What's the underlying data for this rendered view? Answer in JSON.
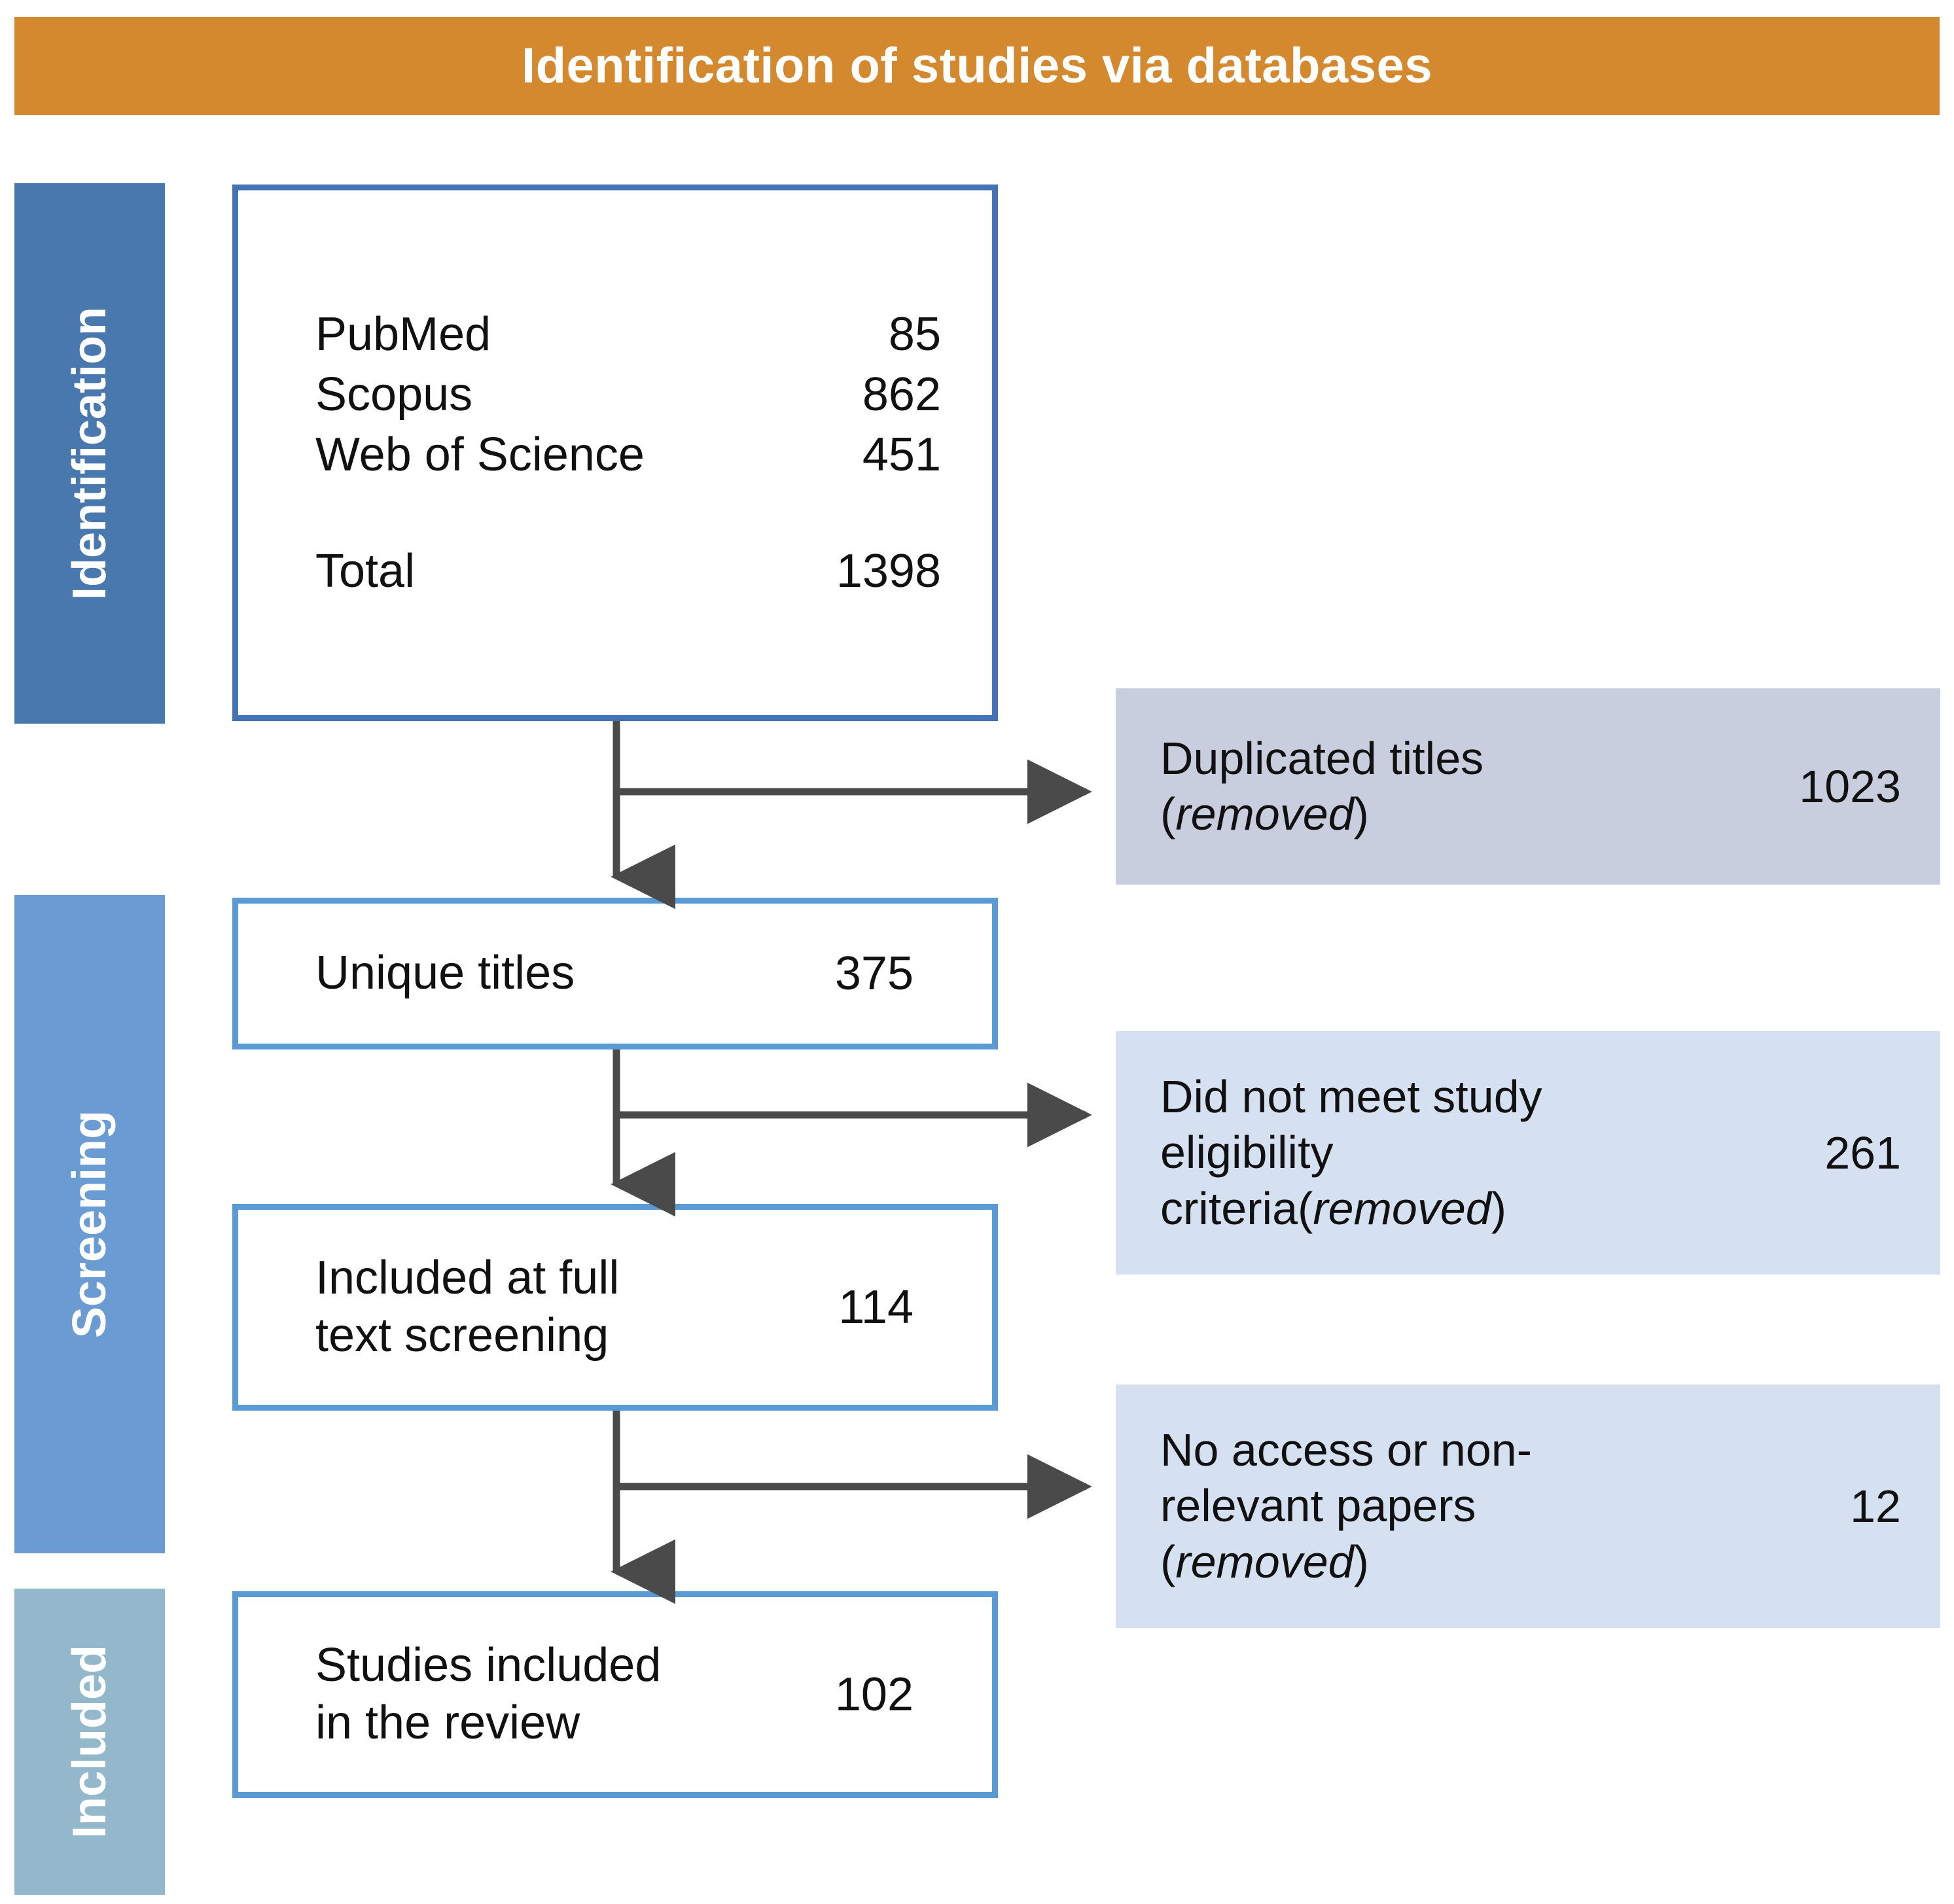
{
  "header": {
    "title": "Identification of studies via databases",
    "background_color": "#D4892E",
    "text_color": "#FFFFFF"
  },
  "stages": [
    {
      "label": "Identification",
      "color": "#4878AE"
    },
    {
      "label": "Screening",
      "color": "#6A9BD2"
    },
    {
      "label": "Included",
      "color": "#93B8CC"
    }
  ],
  "identification_box": {
    "border_color": "#4472B4",
    "sources": [
      {
        "label": "PubMed",
        "value": "85"
      },
      {
        "label": "Scopus",
        "value": "862"
      },
      {
        "label": "Web of Science",
        "value": "451"
      }
    ],
    "total": {
      "label": "Total",
      "value": "1398"
    }
  },
  "flow_boxes": [
    {
      "name": "unique-titles",
      "label": "Unique titles",
      "value": "375",
      "border_color": "#5B9BD5"
    },
    {
      "name": "full-text-screening",
      "label": "Included at full\ntext screening",
      "value": "114",
      "border_color": "#5B9BD5"
    },
    {
      "name": "studies-included",
      "label": "Studies included\nin the review",
      "value": "102",
      "border_color": "#5B9BD5"
    }
  ],
  "excluded_boxes": [
    {
      "name": "duplicated-titles",
      "line1": "Duplicated titles",
      "line2_prefix": "(",
      "line2_italic": "removed",
      "line2_suffix": ")",
      "value": "1023",
      "background_color": "#C8CEDE"
    },
    {
      "name": "not-eligible",
      "line1": "Did not meet study",
      "line2": "eligibility",
      "line3_prefix": "criteria(",
      "line3_italic": "removed",
      "line3_suffix": ")",
      "value": "261",
      "background_color": "#D5E0F0"
    },
    {
      "name": "no-access",
      "line1": "No access or non-",
      "line2": "relevant papers",
      "line3_prefix": "(",
      "line3_italic": "removed",
      "line3_suffix": ")",
      "value": "12",
      "background_color": "#D5E0F0"
    }
  ],
  "arrow_color": "#4A4A4A"
}
